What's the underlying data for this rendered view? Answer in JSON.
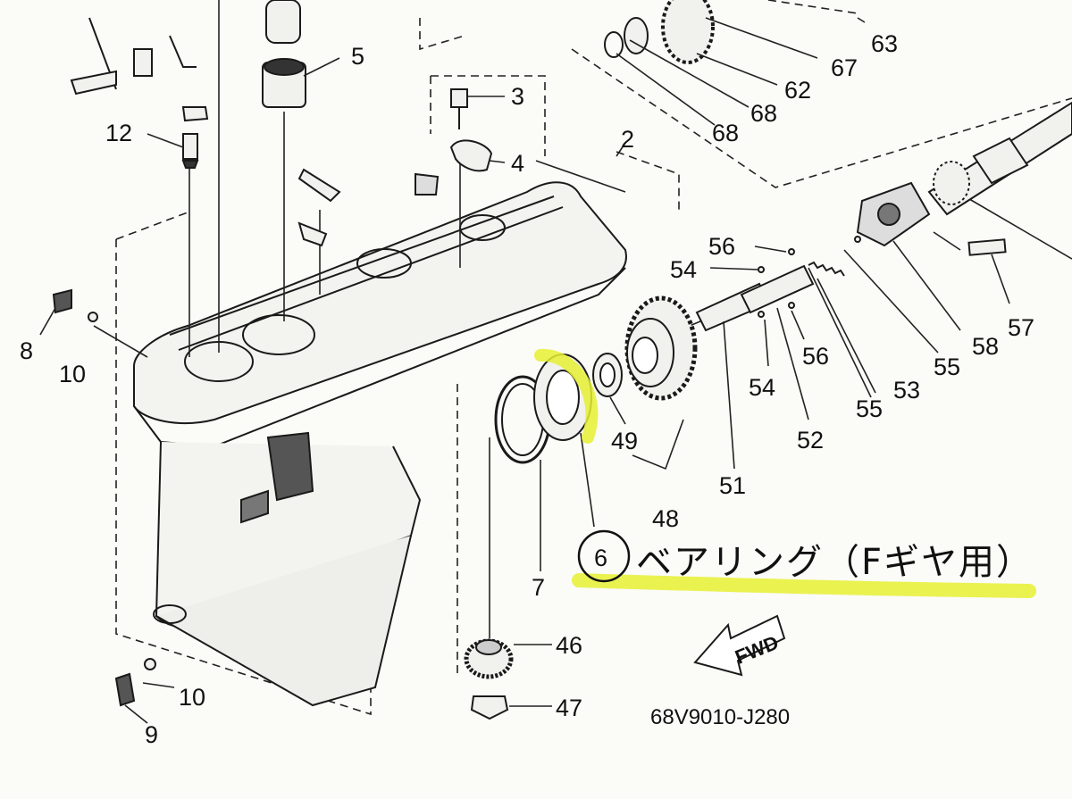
{
  "diagram": {
    "part_numbers": {
      "n2": "2",
      "n3": "3",
      "n4": "4",
      "n5": "5",
      "n6": "6",
      "n7": "7",
      "n8": "8",
      "n9": "9",
      "n10a": "10",
      "n10b": "10",
      "n12": "12",
      "n46": "46",
      "n47": "47",
      "n48": "48",
      "n49": "49",
      "n51": "51",
      "n52": "52",
      "n53": "53",
      "n54a": "54",
      "n54b": "54",
      "n55a": "55",
      "n55b": "55",
      "n56a": "56",
      "n56b": "56",
      "n57": "57",
      "n58": "58",
      "n62": "62",
      "n63": "63",
      "n67": "67",
      "n68a": "68",
      "n68b": "68"
    },
    "arrow_label": "FWD",
    "catalog_code": "68V9010-J280",
    "handwritten_note": "ベアリング（Fギヤ用）",
    "highlight_color": "#e6f032",
    "line_color": "#111111"
  }
}
